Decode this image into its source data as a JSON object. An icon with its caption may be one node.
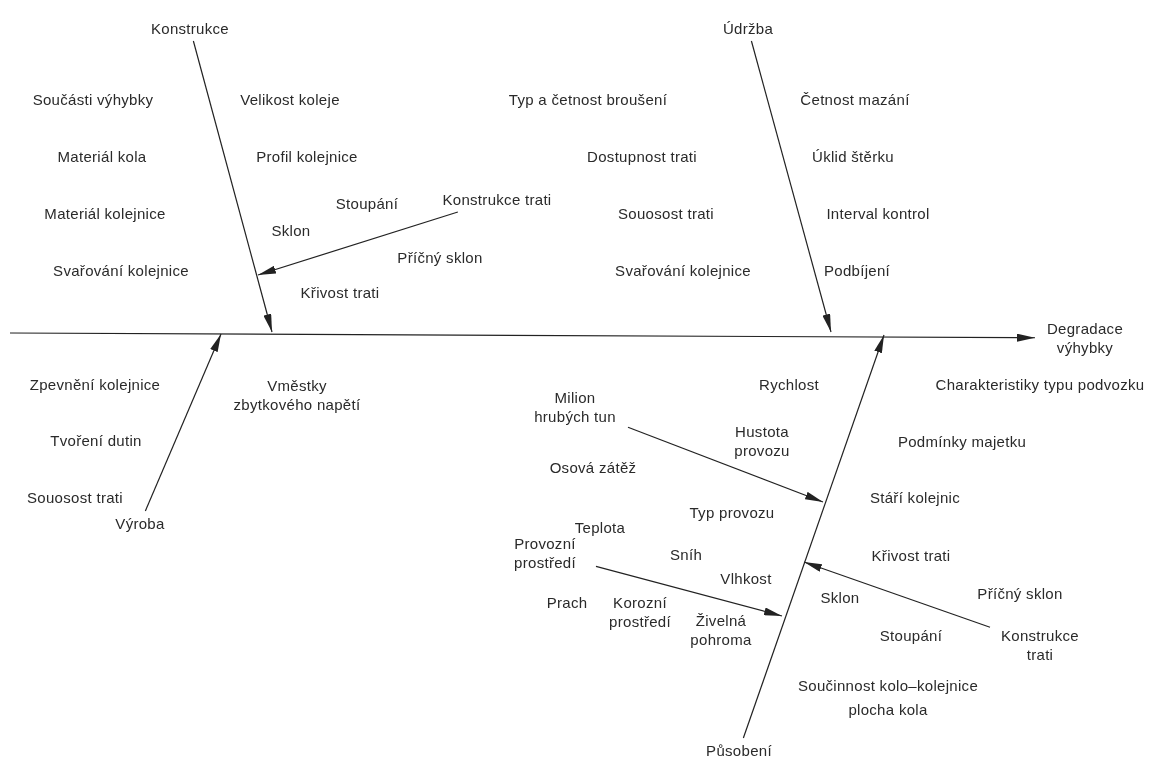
{
  "diagram": {
    "nodes": [
      {
        "text": [
          "Degradace výhybky"
        ]
      },
      {
        "text": [
          "Konstrukce"
        ]
      },
      {
        "text": [
          "Konstrukce trati"
        ]
      },
      {
        "text": [
          "Údržba"
        ]
      },
      {
        "text": [
          "Výroba"
        ]
      },
      {
        "text": [
          "Působení"
        ]
      },
      {
        "text": [
          "Milion hrubých tun"
        ]
      },
      {
        "text": [
          "Provozní prostředí"
        ]
      },
      {
        "text": [
          "Konstrukce trati"
        ]
      }
    ],
    "edges": [
      {
        "from": null,
        "to": 0,
        "arrow": "to"
      },
      {
        "from": 1,
        "to": null,
        "arrow": "to"
      },
      {
        "from": 2,
        "to": null,
        "arrow": "to"
      },
      {
        "from": 3,
        "to": null,
        "arrow": "to"
      },
      {
        "from": 4,
        "to": null,
        "arrow": "to"
      },
      {
        "from": 5,
        "to": null,
        "arrow": "to"
      },
      {
        "from": 6,
        "to": null,
        "arrow": "to"
      },
      {
        "from": 7,
        "to": null,
        "arrow": "to"
      },
      {
        "from": 8,
        "to": null,
        "arrow": "to"
      }
    ],
    "labels": [
      "Součásti výhybky",
      "Velikost koleje",
      "Typ a četnost broušení",
      "Četnost mazání",
      "Materiál kola",
      "Profil kolejnice",
      "Dostupnost trati",
      "Úklid štěrku",
      "Stoupání",
      "Materiál kolejnice",
      "Souosost trati",
      "Interval kontrol",
      "Sklon",
      "Příčný sklon",
      "Svařování kolejnice",
      "Svařování kolejnice",
      "Podbíjení",
      "Křivost trati",
      "Zpevnění kolejnice",
      "Vměstky zbytkového napětí",
      "Rychlost",
      "Charakteristiky typu podvozku",
      "Tvoření dutin",
      "Hustota provozu",
      "Podmínky majetku",
      "Osová zátěž",
      "Souosost trati",
      "Stáří kolejnic",
      "Typ provozu",
      "Teplota",
      "Sníh",
      "Křivost trati",
      "Vlhkost",
      "Prach",
      "Sklon",
      "Příčný sklon",
      "Korozní prostředí",
      "Živelná pohroma",
      "Stoupání",
      "Součinnost kolo–kolejnice",
      "plocha kola"
    ]
  }
}
